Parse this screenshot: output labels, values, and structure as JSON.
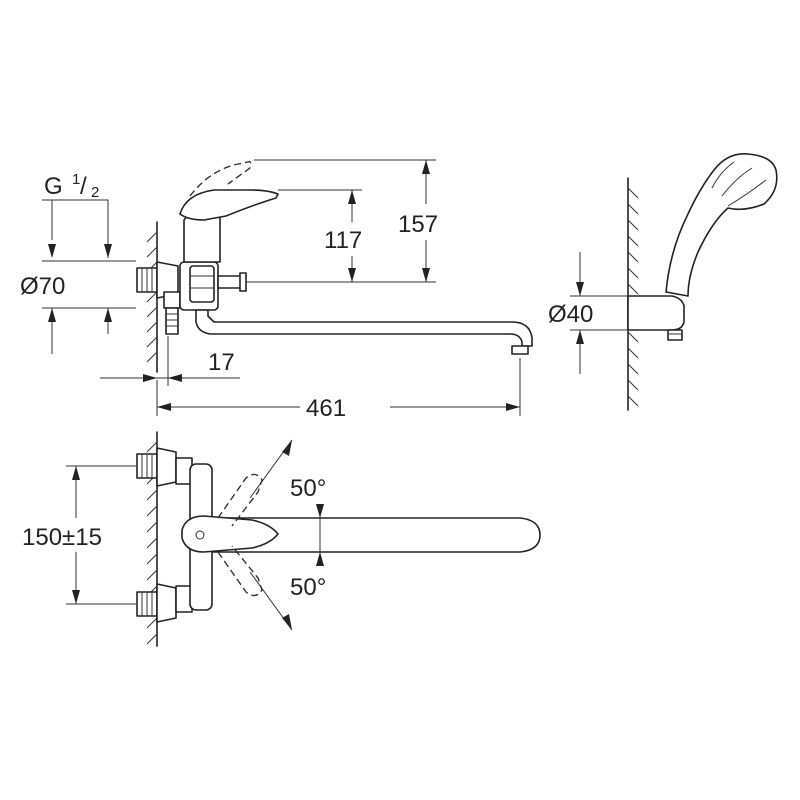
{
  "dimensions": {
    "thread_main": "G",
    "thread_sup": "1",
    "thread_sub": "2",
    "valve_diameter": "Ø70",
    "wall_offset": "17",
    "spout_length": "461",
    "lever_height": "117",
    "total_height": "157",
    "handshower_diameter": "Ø40",
    "centres": "150±15",
    "swivel_upper": "50°",
    "swivel_lower": "50°"
  }
}
